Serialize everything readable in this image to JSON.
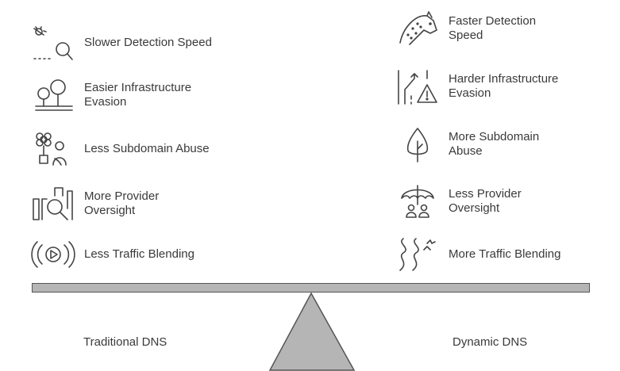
{
  "left": {
    "label": "Traditional DNS",
    "items": [
      {
        "icon": "bug-search-icon",
        "text": "Slower Detection Speed"
      },
      {
        "icon": "trees-icon",
        "text": "Easier Infrastructure\nEvasion"
      },
      {
        "icon": "flower-person-icon",
        "text": "Less Subdomain Abuse"
      },
      {
        "icon": "magnify-buildings-icon",
        "text": "More Provider\nOversight"
      },
      {
        "icon": "broadcast-play-icon",
        "text": "Less Traffic Blending"
      }
    ]
  },
  "right": {
    "label": "Dynamic DNS",
    "items": [
      {
        "icon": "cheetah-icon",
        "text": "Faster Detection\nSpeed"
      },
      {
        "icon": "road-warning-icon",
        "text": "Harder Infrastructure\nEvasion"
      },
      {
        "icon": "tree-icon",
        "text": "More Subdomain\nAbuse"
      },
      {
        "icon": "umbrella-people-icon",
        "text": "Less Provider\nOversight"
      },
      {
        "icon": "river-icon",
        "text": "More Traffic Blending"
      }
    ]
  }
}
